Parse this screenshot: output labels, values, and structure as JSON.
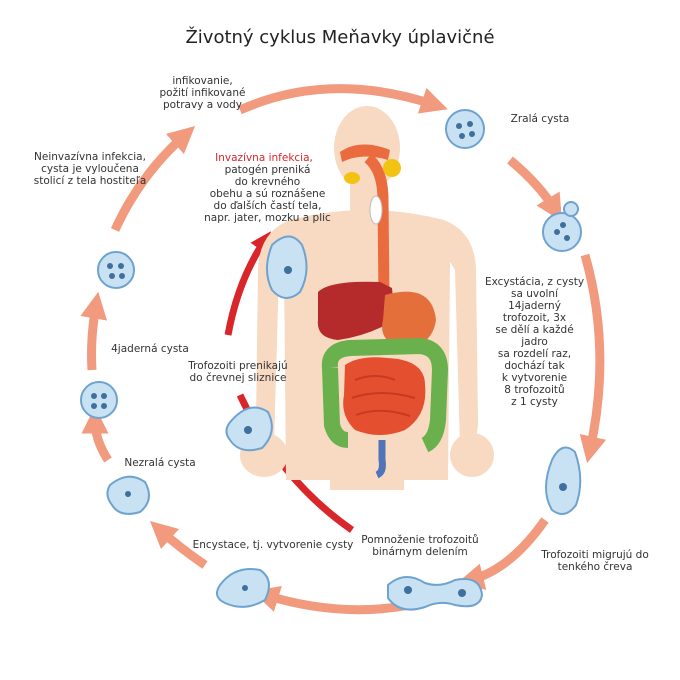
{
  "title": "Životný cyklus Meňavky úplavičné",
  "colors": {
    "arrow": "#f19a7d",
    "arrow_red": "#d9262b",
    "skin": "#f8d9c2",
    "cell_fill": "#c9e2f3",
    "cell_stroke": "#6fa3cf",
    "nucleus": "#3f6f9d",
    "esophagus": "#e96b3e",
    "liver": "#b52a2a",
    "stomach": "#e56f3b",
    "small_intestine": "#e4502f",
    "large_intestine": "#6ab04c",
    "gland": "#f3c314"
  },
  "labels": {
    "infection": "infikovanie,\npožití infikované\npotravy a vody",
    "mature_cyst": "Zralá cysta",
    "noninvasive": "Neinvazívna infekcia,\ncysta je vyloučena\nstolicí z tela hostiteľa",
    "invasive_title": "Invazívna infekcia,",
    "invasive_body": "patogén preniká\ndo krevného\nobehu a sú roznášene\ndo ďalších častí tela,\nnapr. jater, mozku a plic",
    "excystation": "Excystácia, z cysty\nsa uvolní\n14jaderný\ntrofozoit, 3x\nse dělí a každé\njadro\nsa rozdelí raz,\ndochází tak\nk vytvorenie\n8 trofozoitů\nz 1 cysty",
    "four_nuclear_cyst": "4jaderná cysta",
    "trophozoites_penetrate": "Trofozoiti prenikajú\ndo črevnej sliznice",
    "immature_cyst": "Nezralá cysta",
    "encystation": "Encystace, tj. vytvorenie cysty",
    "multiplication": "Pomnoženie trofozoitů\nbinárnym delením",
    "migration": "Trofozoiti migrujú do\ntenkého čreva"
  }
}
